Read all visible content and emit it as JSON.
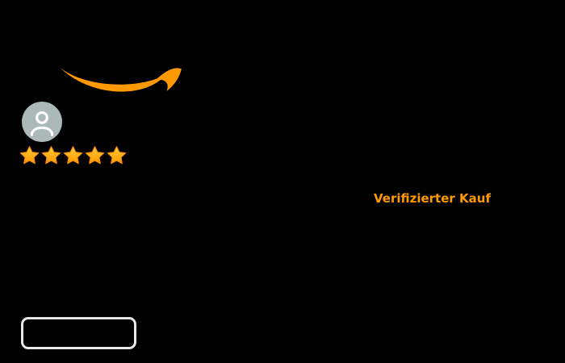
{
  "page": {
    "background_color": "#000000"
  },
  "logo": {
    "name": "amazon-smile",
    "color": "#FF9900"
  },
  "review": {
    "avatar": {
      "background_color": "#ABB9B9",
      "icon": "person-icon",
      "icon_color": "#FFFFFF"
    },
    "rating": {
      "stars_filled": 5,
      "stars_total": 5,
      "star_color_top": "#FFCE3D",
      "star_color_bottom": "#FC9700",
      "star_edge_color": "#F08800"
    },
    "verified_badge": {
      "label": "Verifizierter Kauf",
      "color": "#FF9900"
    }
  },
  "actions": {
    "button": {
      "label": "",
      "border_color": "#E7E7E7"
    }
  }
}
